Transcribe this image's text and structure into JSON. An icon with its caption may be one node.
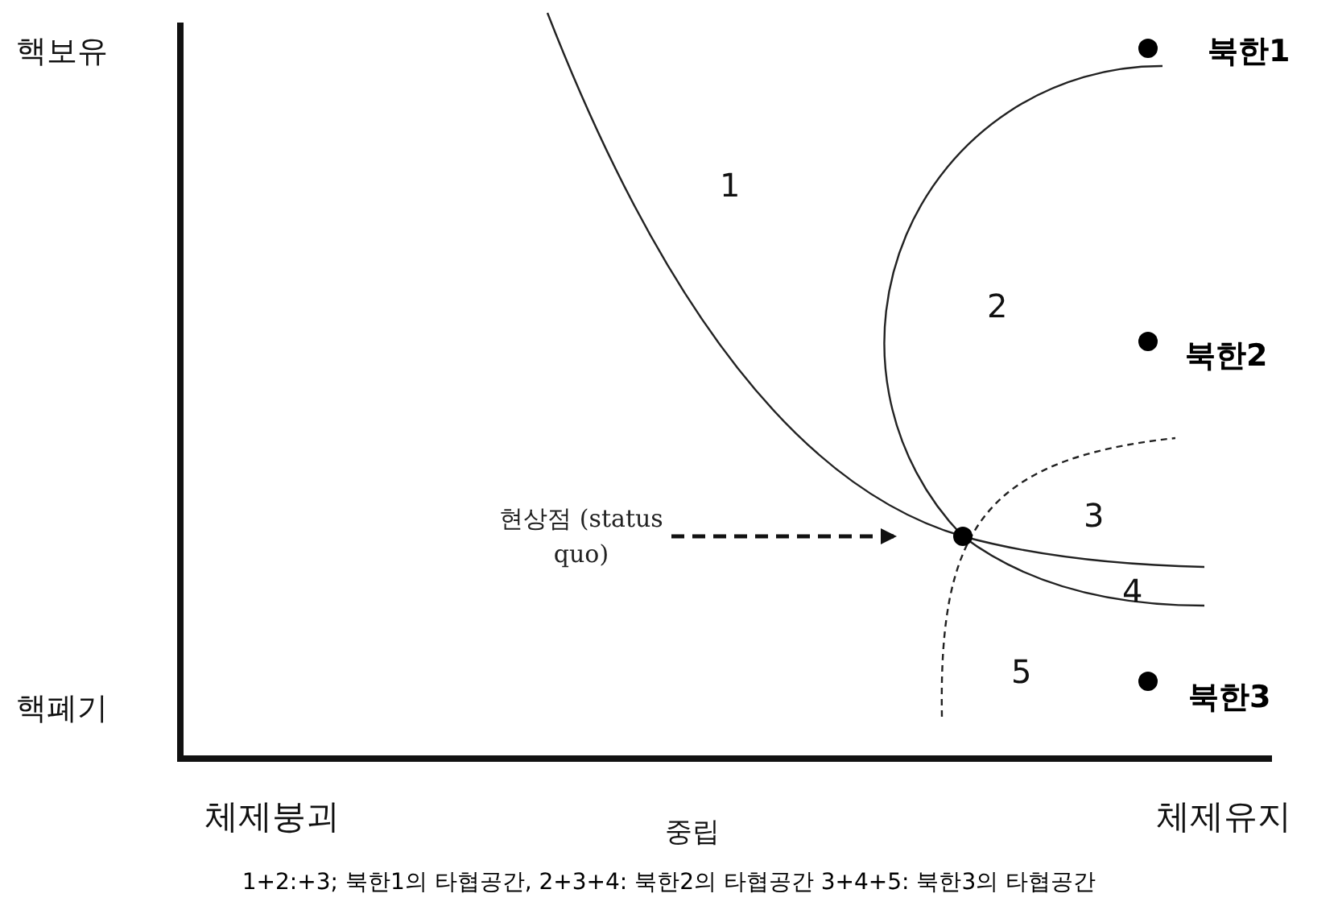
{
  "diagram": {
    "caption": "1+2:+3; 북한1의 타협공간, 2+3+4: 북한2의 타협공간 3+4+5: 북한3의 타협공간",
    "nodes": [
      {
        "text": [],
        "shape": "circle",
        "beside": [
          "북한1"
        ]
      },
      {
        "text": [],
        "shape": "circle",
        "beside": [
          "북한2"
        ]
      },
      {
        "text": [
          "현상점 (status quo)"
        ]
      },
      {
        "text": [],
        "shape": "circle"
      },
      {
        "text": [],
        "shape": "circle",
        "beside": [
          "북한3"
        ]
      }
    ],
    "edges": [
      {
        "from": 2,
        "to": 3,
        "arrow": "to",
        "style": "dashed"
      }
    ],
    "labels": [
      "핵보유",
      "1",
      "2",
      "3",
      "4",
      "5",
      "핵폐기",
      "체제붕괴",
      "중립",
      "체제유지"
    ]
  }
}
